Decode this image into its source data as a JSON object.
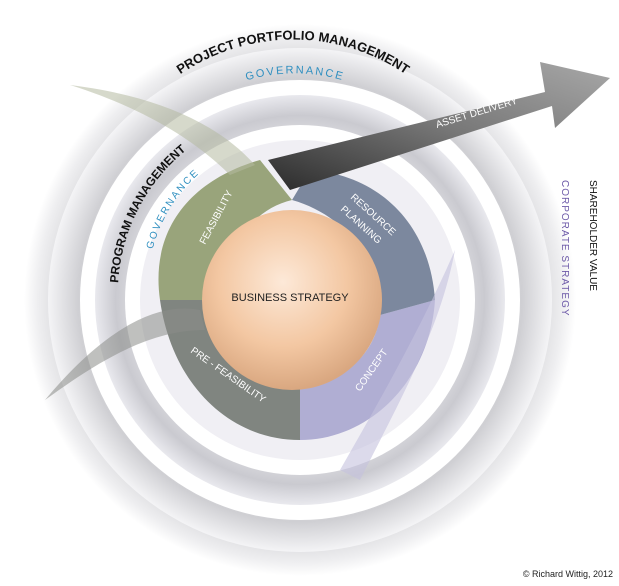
{
  "labels": {
    "project_portfolio": "PROJECT PORTFOLIO MANAGEMENT",
    "governance_outer": "GOVERNANCE",
    "program_management": "PROGRAM MANAGEMENT",
    "governance_inner": "GOVERNANCE",
    "shareholder_value": "SHAREHOLDER VALUE",
    "corporate_strategy": "CORPORATE STRATEGY",
    "asset_delivery": "ASSET DELIVERY",
    "business_strategy": "BUSINESS STRATEGY",
    "feasibility": "FEASIBILITY",
    "pre_feasibility": "PRE - FEASIBILITY",
    "concept": "CONCEPT",
    "resource_planning_line1": "RESOURCE",
    "resource_planning_line2": "PLANNING",
    "copyright": "© Richard Wittig, 2012"
  },
  "colors": {
    "governance_text": "#2f8fc0",
    "corporate_strategy_text": "#6d5aa8",
    "feasibility": "#8c9a6a",
    "pre_feasibility": "#6f7670",
    "concept": "#a9a6cf",
    "resource_planning": "#6b7a92",
    "core": "#f3c9a4",
    "arrow": "#6a6a6a"
  }
}
